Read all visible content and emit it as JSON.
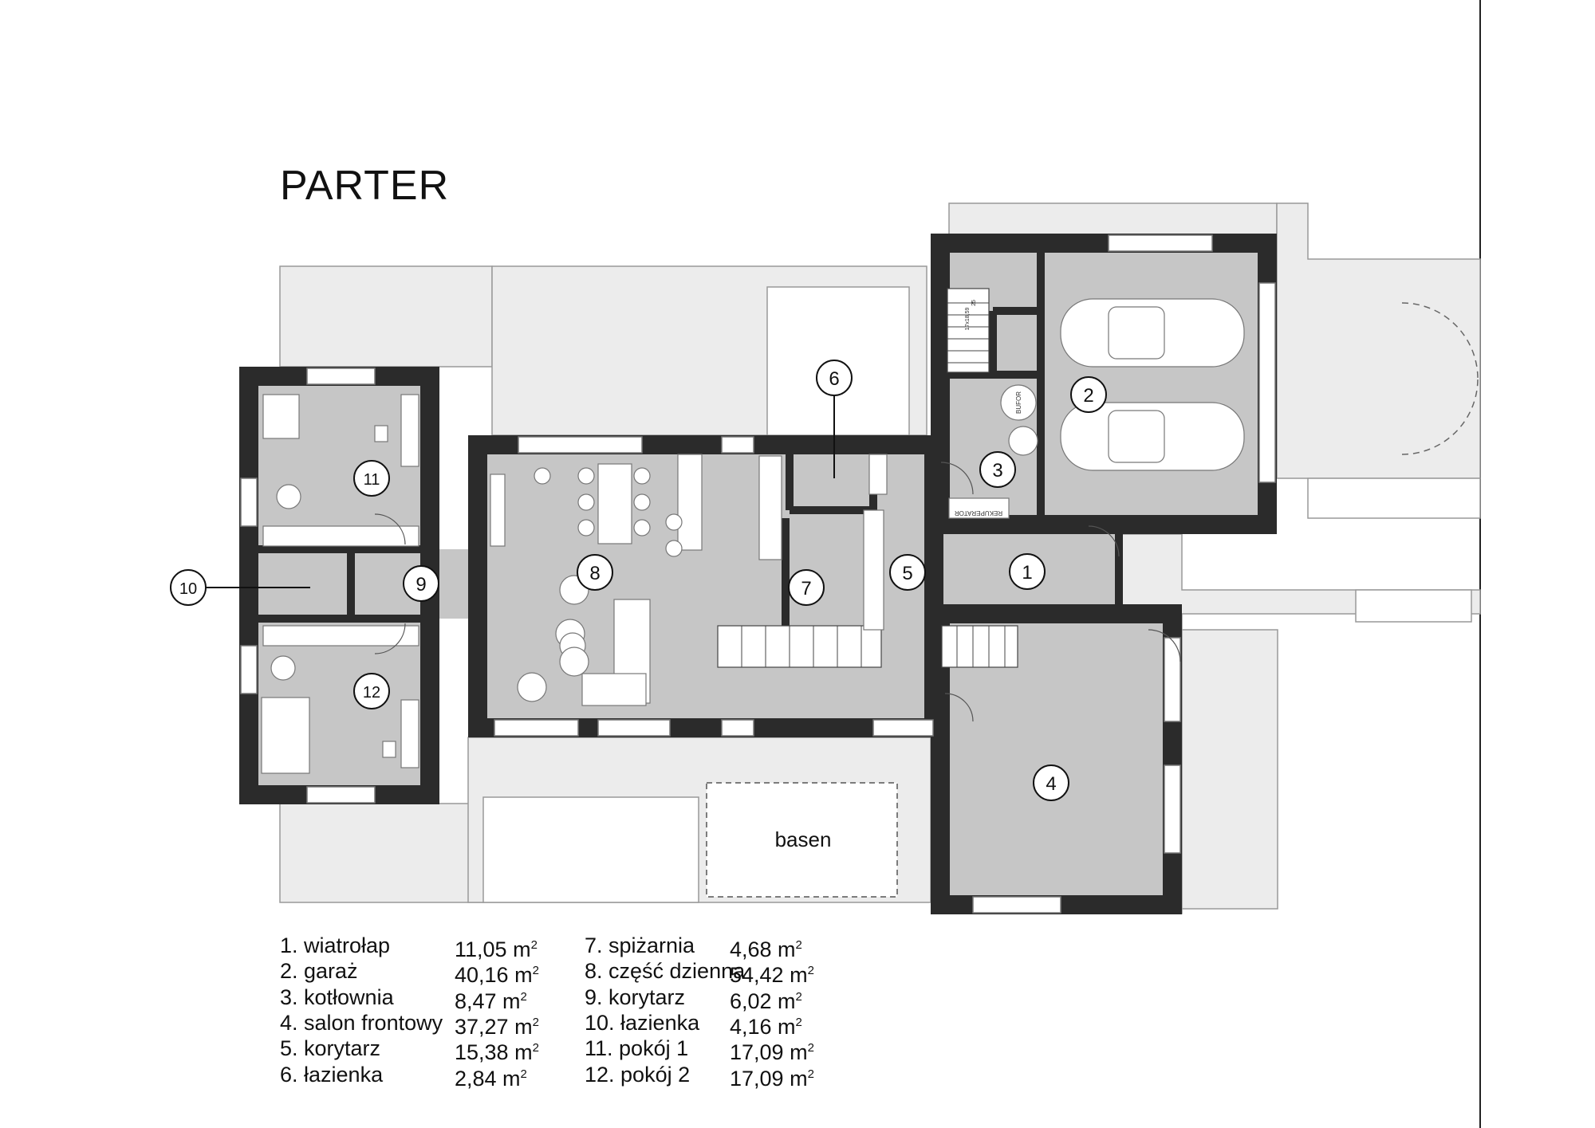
{
  "title": "PARTER",
  "pool_label": "basen",
  "room_numbers": [
    "1",
    "2",
    "3",
    "4",
    "5",
    "6",
    "7",
    "8",
    "9",
    "10",
    "11",
    "12"
  ],
  "equipment": {
    "buffer": "BUFOR",
    "recuperator": "REKUPERATOR",
    "stairs_note": "17x18,59",
    "stairs_note2": "25"
  },
  "legend": {
    "unit_sup": "2",
    "left": [
      {
        "label": "1. wiatrołap",
        "area": "11,05 m"
      },
      {
        "label": "2. garaż",
        "area": "40,16 m"
      },
      {
        "label": "3. kotłownia",
        "area": "8,47 m"
      },
      {
        "label": "4. salon frontowy",
        "area": "37,27 m"
      },
      {
        "label": "5. korytarz",
        "area": "15,38 m"
      },
      {
        "label": "6. łazienka",
        "area": "2,84 m"
      }
    ],
    "right": [
      {
        "label": "7. spiżarnia",
        "area": "4,68 m"
      },
      {
        "label": "8. część dzienna",
        "area": "54,42 m"
      },
      {
        "label": "9. korytarz",
        "area": "6,02 m"
      },
      {
        "label": "10. łazienka",
        "area": "4,16 m"
      },
      {
        "label": "11. pokój 1",
        "area": "17,09 m"
      },
      {
        "label": "12. pokój 2",
        "area": "17,09 m"
      }
    ]
  },
  "colors": {
    "wall": "#2b2b2b",
    "floor": "#c6c6c6",
    "terrace": "#ececec",
    "line": "#888888"
  }
}
